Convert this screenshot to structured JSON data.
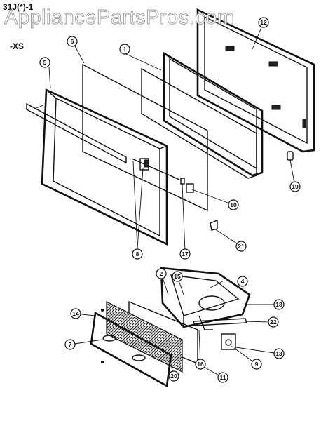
{
  "header": {
    "model_code": "31J(*)-1",
    "variant_code": "-XS"
  },
  "watermark": "AppliancePartsPros.com",
  "callouts": [
    {
      "id": "1",
      "label": "1"
    },
    {
      "id": "2",
      "label": "2"
    },
    {
      "id": "4",
      "label": "4"
    },
    {
      "id": "5",
      "label": "5"
    },
    {
      "id": "6",
      "label": "6"
    },
    {
      "id": "7",
      "label": "7"
    },
    {
      "id": "8",
      "label": "8"
    },
    {
      "id": "9",
      "label": "9"
    },
    {
      "id": "10",
      "label": "10"
    },
    {
      "id": "11",
      "label": "11"
    },
    {
      "id": "12",
      "label": "12"
    },
    {
      "id": "13",
      "label": "13"
    },
    {
      "id": "14",
      "label": "14"
    },
    {
      "id": "15",
      "label": "15"
    },
    {
      "id": "16",
      "label": "16"
    },
    {
      "id": "17",
      "label": "17"
    },
    {
      "id": "18",
      "label": "18"
    },
    {
      "id": "19",
      "label": "19"
    },
    {
      "id": "20",
      "label": "20"
    },
    {
      "id": "21",
      "label": "21"
    },
    {
      "id": "22",
      "label": "22"
    }
  ]
}
